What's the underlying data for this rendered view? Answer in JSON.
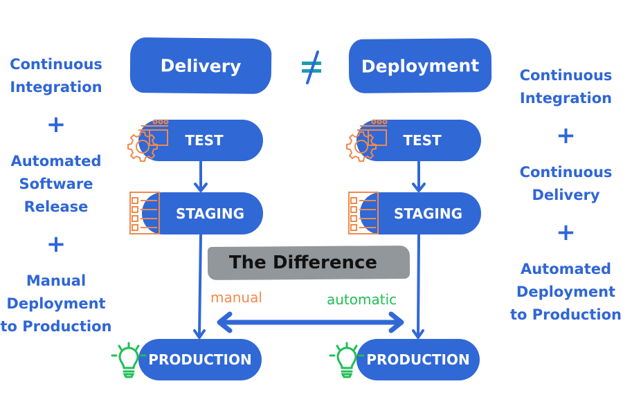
{
  "left_column": {
    "items": [
      "Continuous Integration",
      "Automated Software Release",
      "Manual Deployment to Production"
    ],
    "lines": [
      [
        "Continuous",
        "Integration"
      ],
      [
        "Automated",
        "Software",
        "Release"
      ],
      [
        "Manual",
        "Deployment",
        "to Production"
      ]
    ],
    "plus": "+"
  },
  "right_column": {
    "lines": [
      [
        "Continuous",
        "Integration"
      ],
      [
        "Continuous",
        "Delivery"
      ],
      [
        "Automated",
        "Deployment",
        "to Production"
      ]
    ],
    "plus": "+"
  },
  "header": {
    "left": "Delivery",
    "right": "Deployment",
    "not_equal": "≠"
  },
  "flows": {
    "delivery": {
      "steps": [
        "TEST",
        "STAGING",
        "PRODUCTION"
      ],
      "icons": [
        "gear-window-icon",
        "checklist-icon",
        "lightbulb-icon"
      ]
    },
    "deployment": {
      "steps": [
        "TEST",
        "STAGING",
        "PRODUCTION"
      ],
      "icons": [
        "gear-window-icon",
        "checklist-icon",
        "lightbulb-icon"
      ]
    }
  },
  "difference": {
    "title": "The Difference",
    "manual": "manual",
    "automatic": "automatic"
  },
  "colors": {
    "primary_blue": "#3068d6",
    "icon_orange": "#f08a4b",
    "bulb_green": "#1fbf55",
    "difference_gray": "#8c9196"
  }
}
